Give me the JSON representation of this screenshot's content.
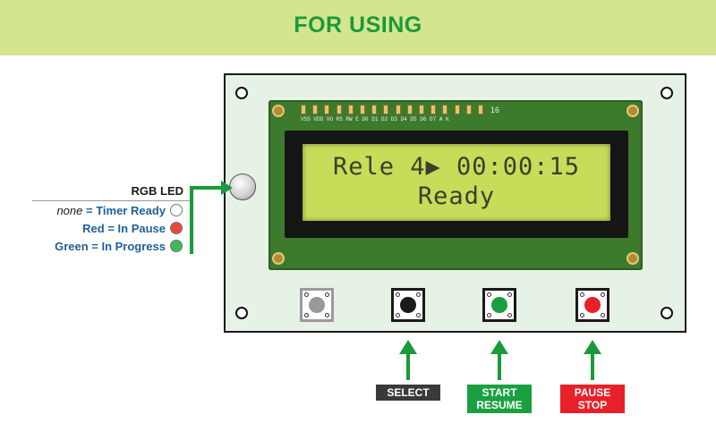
{
  "header": {
    "title": "FOR USING"
  },
  "lcd": {
    "line1": "Rele 4▶ 00:00:15",
    "line2": "Ready",
    "pin_labels": "VSS VDD VO  RS  RW  E   D0  D1  D2  D3  D4  D5  D6  D7  A   K",
    "pcb_number": "16"
  },
  "legend": {
    "title": "RGB LED",
    "rows": [
      {
        "prefix": "none",
        "text": " = Timer Ready",
        "color": "#ffffff"
      },
      {
        "prefix": "",
        "text": "Red = In Pause",
        "color": "#e84a3a"
      },
      {
        "prefix": "",
        "text": "Green = In Progress",
        "color": "#3cba5a"
      }
    ]
  },
  "buttons": [
    {
      "name": "unlabeled",
      "cap_color": "#999999"
    },
    {
      "name": "select",
      "cap_color": "#1a1a1a"
    },
    {
      "name": "start-resume",
      "cap_color": "#16a040"
    },
    {
      "name": "pause-stop",
      "cap_color": "#e8202a"
    }
  ],
  "labels": {
    "select": "SELECT",
    "start_line1": "START",
    "start_line2": "RESUME",
    "pause_line1": "PAUSE",
    "pause_line2": "STOP"
  },
  "colors": {
    "accent_green": "#1a9a3a",
    "select_bg": "#3a3a3a",
    "start_bg": "#1aa040",
    "pause_bg": "#e8202a"
  }
}
